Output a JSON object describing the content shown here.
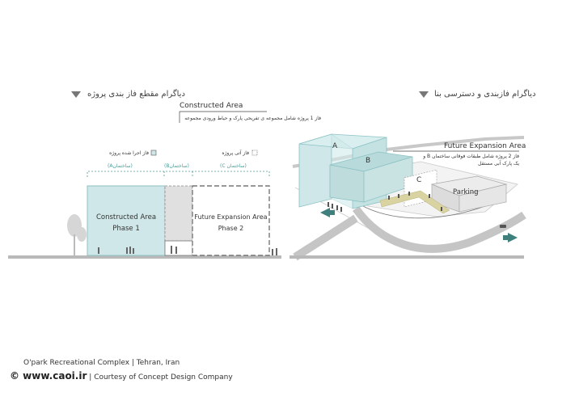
{
  "left_panel": {
    "title": "دیاگرام مقطع فاز بندی پروژه",
    "constructed_area_label": "Constructed Area",
    "phase1_note": "فاز 1 پروژه شامل مجموعه ی تفریحی پارک و حیاط ورودی مجموعه",
    "legend_done": "فاز اجرا شده پروژه",
    "legend_future": "فاز آتی پروژه",
    "bracket_a": "(ساختمانA)",
    "bracket_b": "(ساختمانB)",
    "bracket_c": "(ساختمان C)",
    "box1_title": "Constructed Area",
    "box1_sub": "Phase 1",
    "box2_title": "Future Expansion Area",
    "box2_sub": "Phase 2"
  },
  "right_panel": {
    "title": "دیاگرام فازبندی و دسترسی بنا",
    "future_label": "Future Expansion Area",
    "phase2_note_line1": "فاز 2 پروژه شامل طبقات فوقانی ساختمان B و",
    "phase2_note_line2": "یک پارک آبی مستقل",
    "block_a": "A",
    "block_b": "B",
    "block_c": "C",
    "parking": "Parking"
  },
  "footer": {
    "project": "O'park Recreational Complex | Tehran, Iran",
    "site": "© www.caoi.ir",
    "sep": "|",
    "courtesy": "Courtesy of Concept Design Company"
  },
  "colors": {
    "teal_fill": "#cfe7e8",
    "teal_stroke": "#8cc2c4",
    "gray_fill": "#e3e3e3",
    "dash_gray": "#777777",
    "bracket_teal": "#4a9a96",
    "arrow_teal": "#3f7f7d",
    "path_yellow": "#d8d3a0"
  }
}
